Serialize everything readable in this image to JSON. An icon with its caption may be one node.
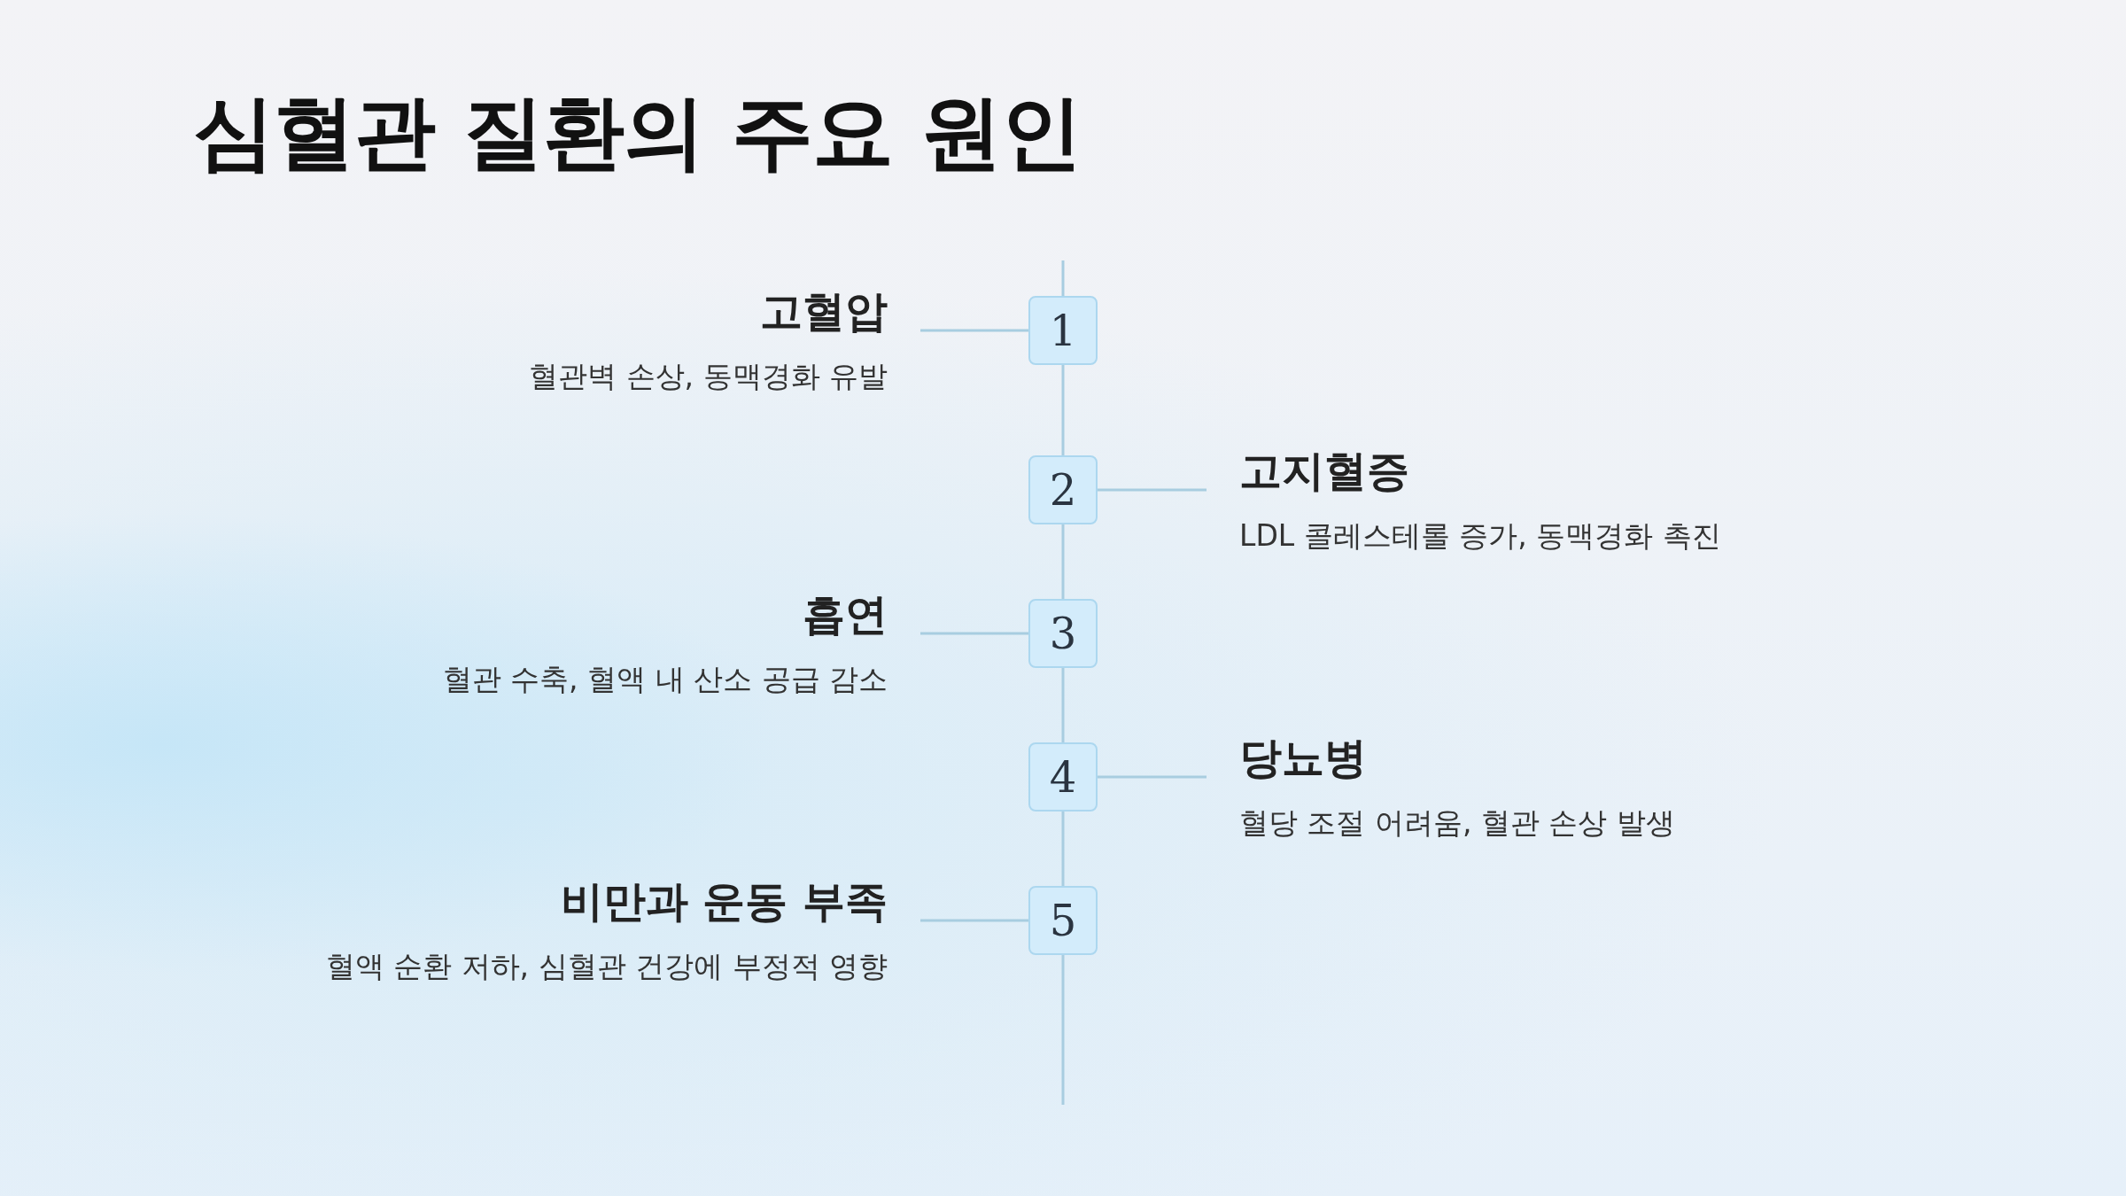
{
  "diagram": {
    "title": "심혈관 질환의 주요 원인",
    "nodes": [
      {
        "text": [
          "1"
        ]
      },
      {
        "text": [
          "고혈압",
          "혈관벽 손상, 동맥경화 유발"
        ]
      },
      {
        "text": [
          "2"
        ]
      },
      {
        "text": [
          "고지혈증",
          "LDL 콜레스테롤 증가, 동맥경화 촉진"
        ]
      },
      {
        "text": [
          "3"
        ]
      },
      {
        "text": [
          "흡연",
          "혈관 수축, 혈액 내 산소 공급 감소"
        ]
      },
      {
        "text": [
          "4"
        ]
      },
      {
        "text": [
          "당뇨병",
          "혈당 조절 어려움, 혈관 손상 발생"
        ]
      },
      {
        "text": [
          "5"
        ]
      },
      {
        "text": [
          "비만과 운동 부족",
          "혈액 순환 저하, 심혈관 건강에 부정적 영향"
        ]
      }
    ],
    "edges": [
      {
        "from": 0,
        "to": 1,
        "arrow": "none"
      },
      {
        "from": 2,
        "to": 3,
        "arrow": "none"
      },
      {
        "from": 4,
        "to": 5,
        "arrow": "none"
      },
      {
        "from": 6,
        "to": 7,
        "arrow": "none"
      },
      {
        "from": 8,
        "to": 9,
        "arrow": "none"
      },
      {
        "from": 0,
        "to": 2,
        "arrow": "none"
      },
      {
        "from": 2,
        "to": 4,
        "arrow": "none"
      },
      {
        "from": 4,
        "to": 6,
        "arrow": "none"
      },
      {
        "from": 6,
        "to": 8,
        "arrow": "none"
      }
    ]
  }
}
